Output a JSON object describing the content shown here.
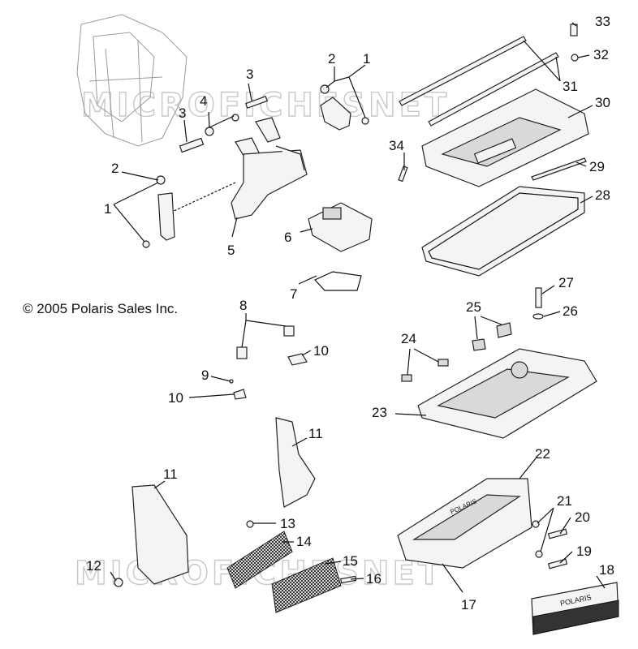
{
  "copyright": "© 2005 Polaris Sales Inc.",
  "watermarks": [
    "MICROFICHESNET",
    "MICROFICHESNET"
  ],
  "decals": {
    "bumper_text": "POLARIS",
    "plate_text": "POLARIS"
  },
  "callouts": {
    "c33": "33",
    "c32": "32",
    "c31": "31",
    "c30": "30",
    "c29": "29",
    "c28": "28",
    "c34": "34",
    "c27": "27",
    "c26": "26",
    "c25": "25",
    "c24": "24",
    "c23": "23",
    "c22": "22",
    "c21": "21",
    "c20": "20",
    "c19": "19",
    "c18": "18",
    "c17": "17",
    "c16": "16",
    "c15": "15",
    "c14": "14",
    "c13": "13",
    "c12": "12",
    "c11a": "11",
    "c11b": "11",
    "c10a": "10",
    "c10b": "10",
    "c9": "9",
    "c8": "8",
    "c7": "7",
    "c6": "6",
    "c5": "5",
    "c4": "4",
    "c3a": "3",
    "c3b": "3",
    "c2a": "2",
    "c2b": "2",
    "c1a": "1",
    "c1b": "1"
  }
}
